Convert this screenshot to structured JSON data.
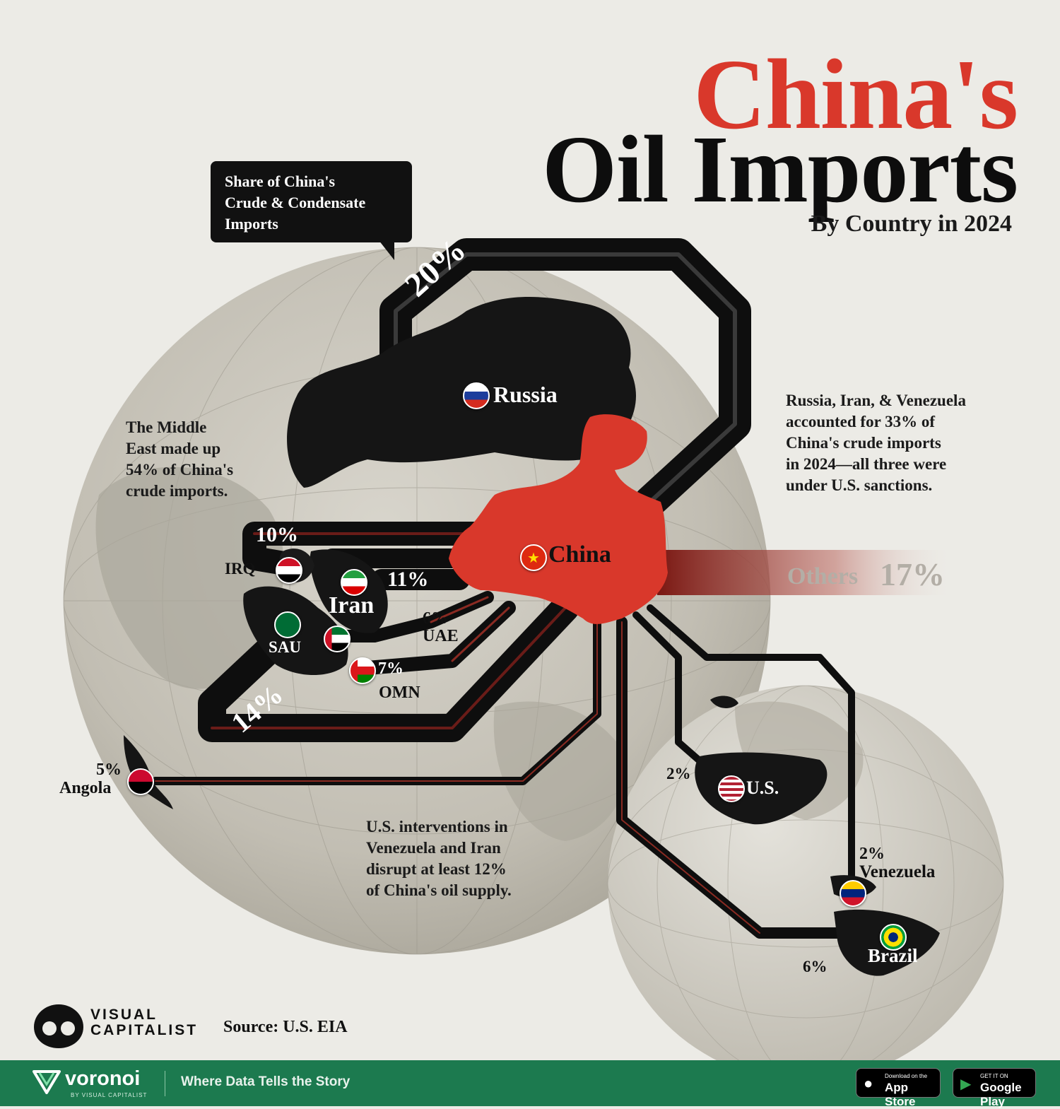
{
  "header": {
    "title_line1": "China's",
    "title_line2": "Oil Imports",
    "subtitle": "By Country in 2024"
  },
  "callout": {
    "line1": "Share of China's",
    "line2": "Crude & Condensate",
    "line3": "Imports"
  },
  "notes": {
    "middle_east": [
      "The Middle",
      "East made up",
      "54% of China's",
      "crude imports."
    ],
    "sanctions": [
      "Russia, Iran, & Venezuela",
      "accounted for 33% of",
      "China's crude imports",
      "in 2024—all three were",
      "under U.S. sanctions."
    ],
    "interventions": [
      "U.S. interventions in",
      "Venezuela and Iran",
      "disrupt at least 12%",
      "of China's oil supply."
    ]
  },
  "countries": {
    "china": {
      "label": "China"
    },
    "russia": {
      "label": "Russia",
      "pct": "20%"
    },
    "iraq": {
      "label": "IRQ",
      "pct": "10%"
    },
    "iran": {
      "label": "Iran",
      "pct": "11%"
    },
    "uae": {
      "label": "UAE",
      "pct": "6%"
    },
    "saudi": {
      "label": "SAU",
      "pct": "14%"
    },
    "oman": {
      "label": "OMN",
      "pct": "7%"
    },
    "angola": {
      "label": "Angola",
      "pct": "5%"
    },
    "us": {
      "label": "U.S.",
      "pct": "2%"
    },
    "venezuela": {
      "label": "Venezuela",
      "pct": "2%"
    },
    "brazil": {
      "label": "Brazil",
      "pct": "6%"
    },
    "others": {
      "label": "Others",
      "pct": "17%"
    }
  },
  "brand": {
    "logo_line1": "VISUAL",
    "logo_line2": "CAPITALIST",
    "source": "Source: U.S. EIA"
  },
  "footer": {
    "brand": "voronoi",
    "brand_sub": "BY VISUAL CAPITALIST",
    "tagline": "Where Data Tells the Story",
    "appstore_small": "Download on the",
    "appstore_big": "App Store",
    "play_small": "GET IT ON",
    "play_big": "Google Play"
  },
  "colors": {
    "accent_red": "#d9382b",
    "pipe_black": "#111111",
    "footer_green": "#1c7a4f"
  }
}
